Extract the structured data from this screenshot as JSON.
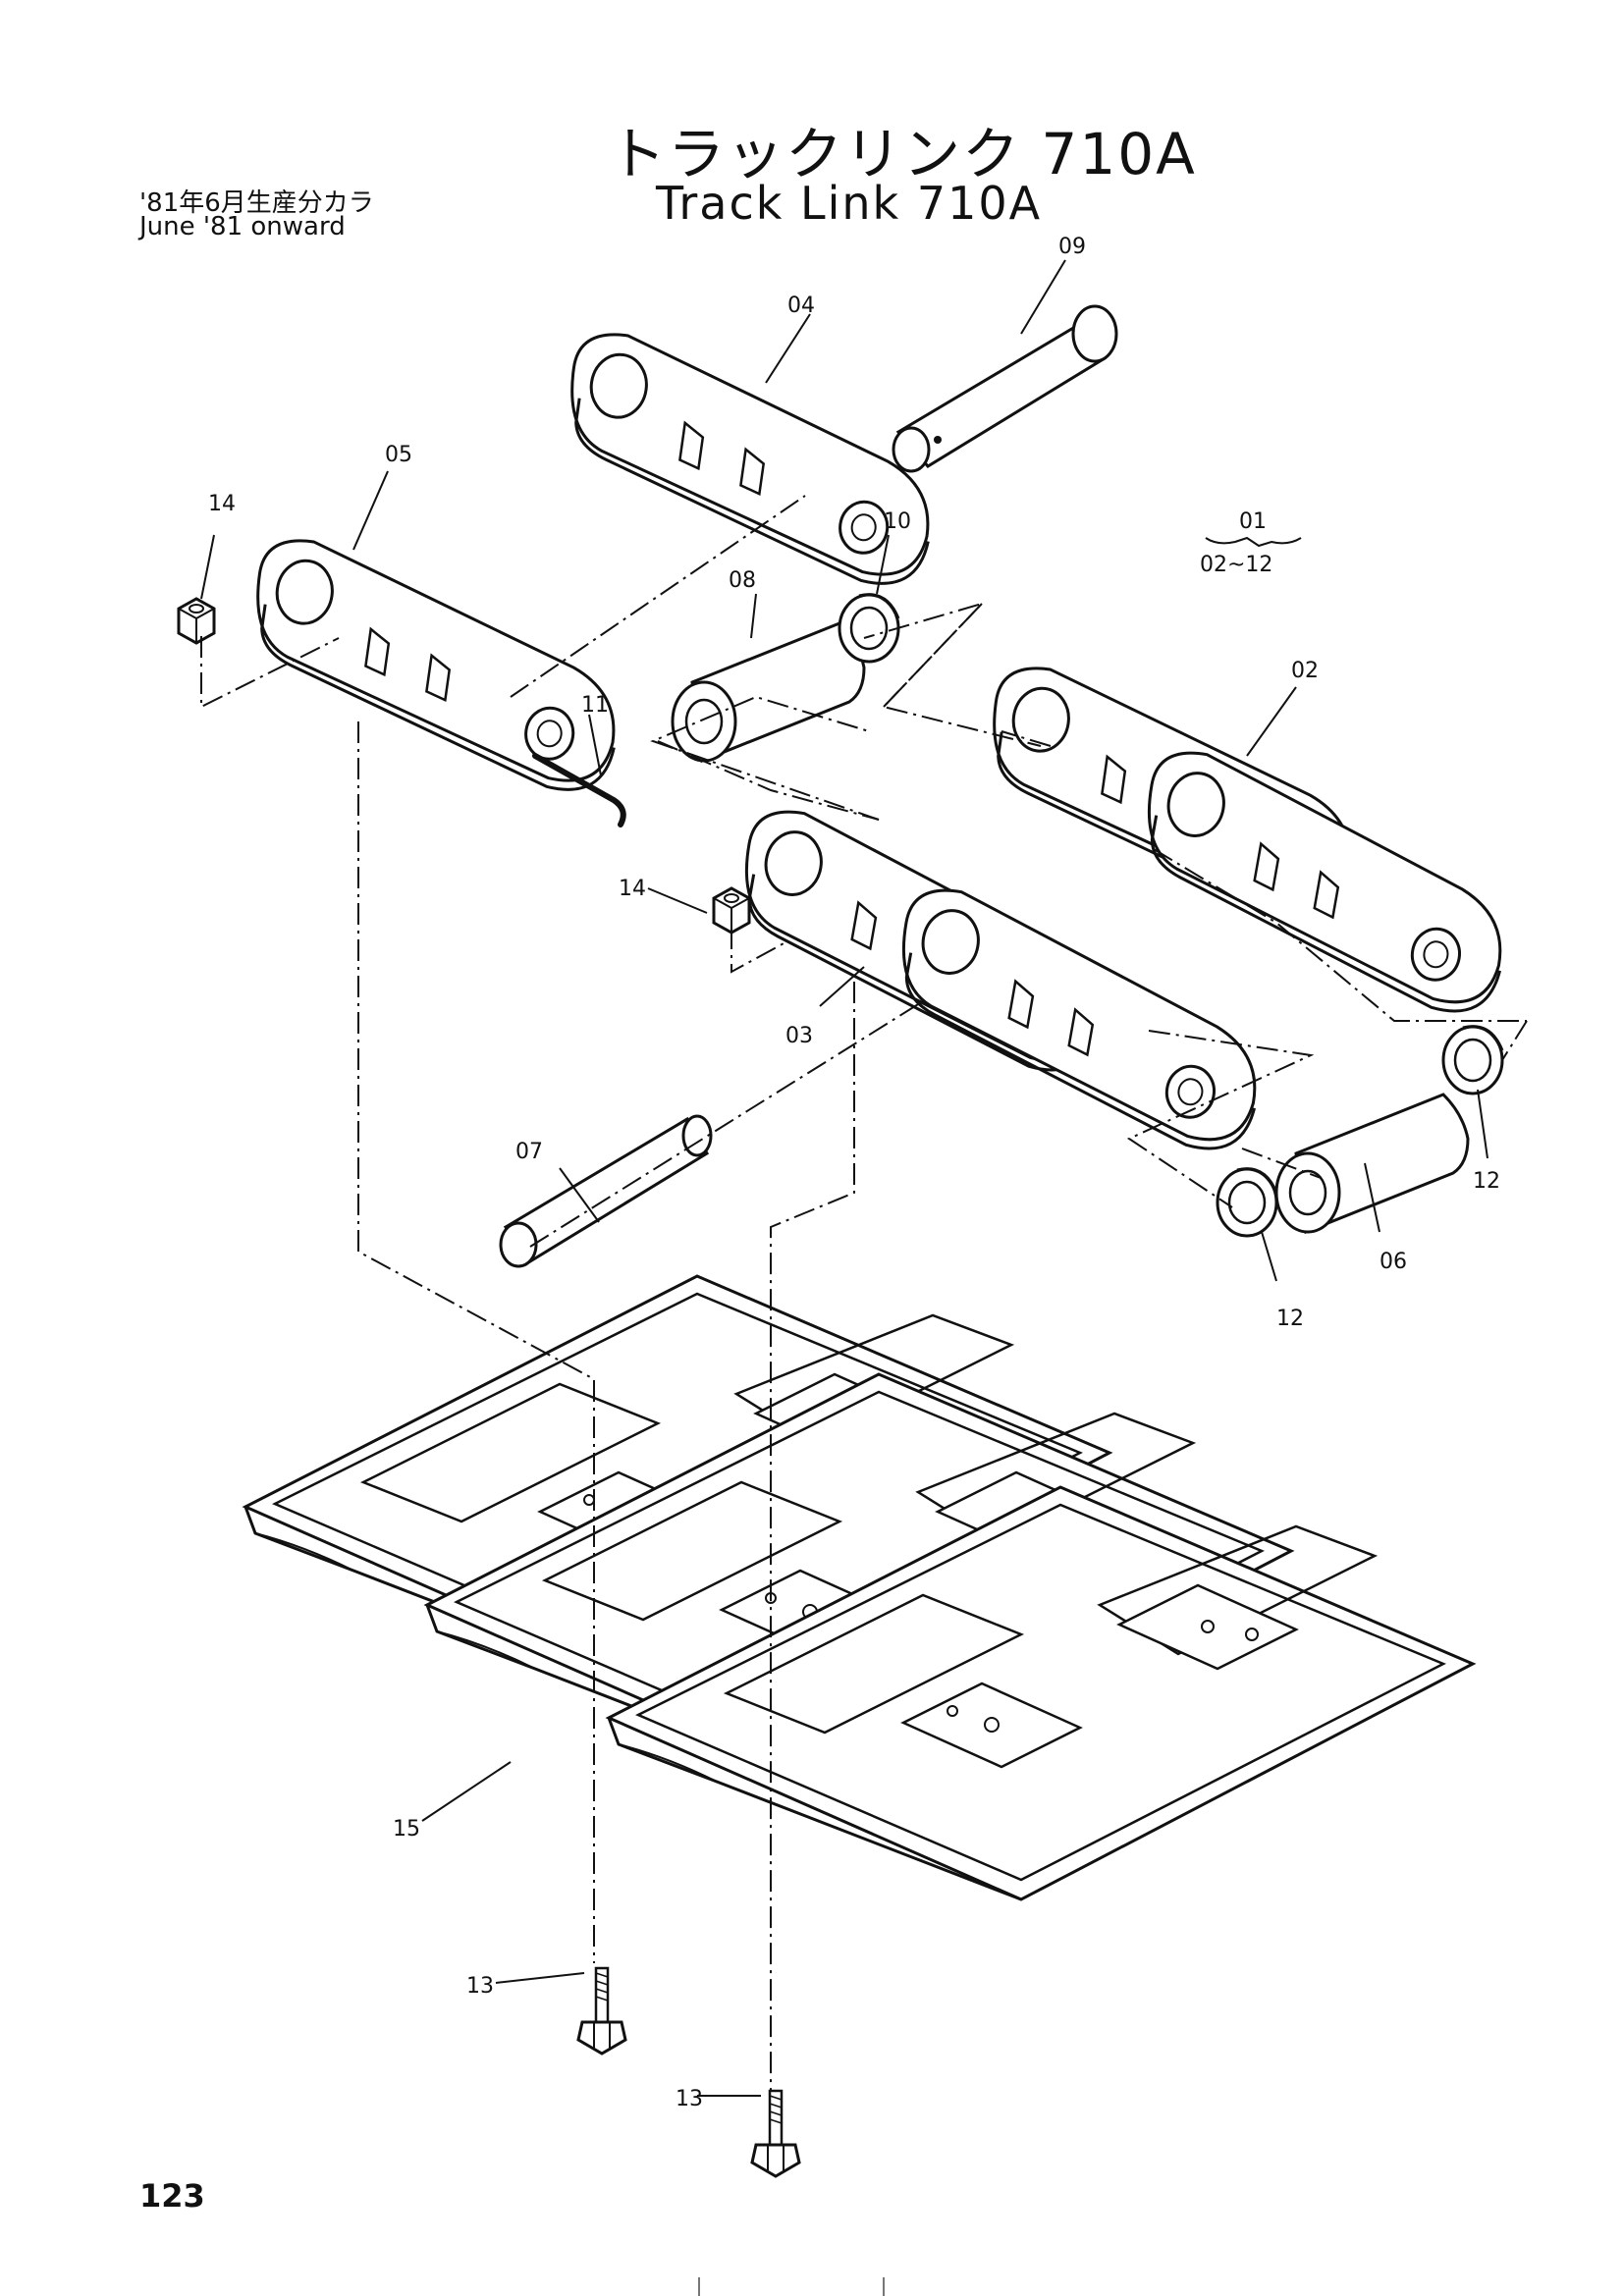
{
  "title_jp": "トラックリンク 710A",
  "title_en": "Track Link 710A",
  "note_jp": "'81年6月生産分カラ",
  "note_en": "June '81 onward",
  "page_number": "123",
  "assembly": {
    "number": "01",
    "range": "02~12"
  },
  "callouts": {
    "c02": "02",
    "c03": "03",
    "c04": "04",
    "c05": "05",
    "c06": "06",
    "c07": "07",
    "c08": "08",
    "c09": "09",
    "c10": "10",
    "c11": "11",
    "c12a": "12",
    "c12b": "12",
    "c13a": "13",
    "c13b": "13",
    "c14a": "14",
    "c14b": "14",
    "c15": "15"
  }
}
